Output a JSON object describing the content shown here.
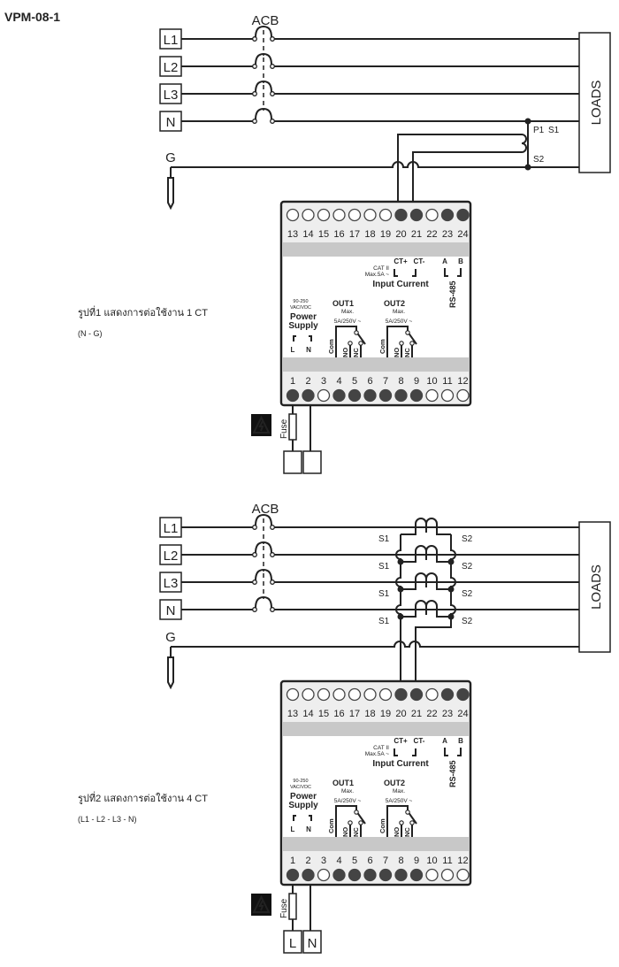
{
  "title": "VPM-08-1",
  "diagrams": [
    {
      "breaker_label": "ACB",
      "sources": [
        "L1",
        "L2",
        "L3",
        "N"
      ],
      "ground_label": "G",
      "loads_label": "LOADS",
      "ct_labels": [
        "P1",
        "S1",
        "S2"
      ],
      "caption": "รูปที่1 แสดงการต่อใช้งาน 1 CT",
      "caption_sub": "(N - G)",
      "supply_boxes": [
        "",
        ""
      ]
    },
    {
      "breaker_label": "ACB",
      "sources": [
        "L1",
        "L2",
        "L3",
        "N"
      ],
      "ground_label": "G",
      "loads_label": "LOADS",
      "ct_labels": [
        "S1",
        "S2"
      ],
      "caption": "รูปที่2 แสดงการต่อใช้งาน 4 CT",
      "caption_sub": "(L1 - L2 - L3 - N)",
      "supply_boxes": [
        "L",
        "N"
      ]
    }
  ],
  "device": {
    "top_terminals": [
      "13",
      "14",
      "15",
      "16",
      "17",
      "18",
      "19",
      "20",
      "21",
      "22",
      "23",
      "24"
    ],
    "top_filled": [
      false,
      false,
      false,
      false,
      false,
      false,
      false,
      true,
      true,
      false,
      true,
      true
    ],
    "bottom_terminals": [
      "1",
      "2",
      "3",
      "4",
      "5",
      "6",
      "7",
      "8",
      "9",
      "10",
      "11",
      "12"
    ],
    "bottom_filled": [
      true,
      true,
      false,
      true,
      true,
      true,
      true,
      true,
      true,
      false,
      false,
      false
    ],
    "ct_plus": "CT+",
    "ct_minus": "CT-",
    "cat": "CAT II",
    "max_current": "Max.5A ~",
    "input_current": "Input Current",
    "rs485": "RS-485",
    "rs_a": "A",
    "rs_b": "B",
    "supply_range": "90-250",
    "supply_type": "VAC/VDC",
    "power": "Power",
    "supply": "Supply",
    "l": "L",
    "n": "N",
    "out1": "OUT1",
    "out2": "OUT2",
    "max": "Max.",
    "rating": "5A/250V ~",
    "com": "Com",
    "no": "NO",
    "nc": "NC"
  },
  "fuse_label": "Fuse",
  "icons": [
    "high-voltage-warning-icon",
    "ground-rod-icon",
    "breaker-icon",
    "ct-coil-icon"
  ]
}
